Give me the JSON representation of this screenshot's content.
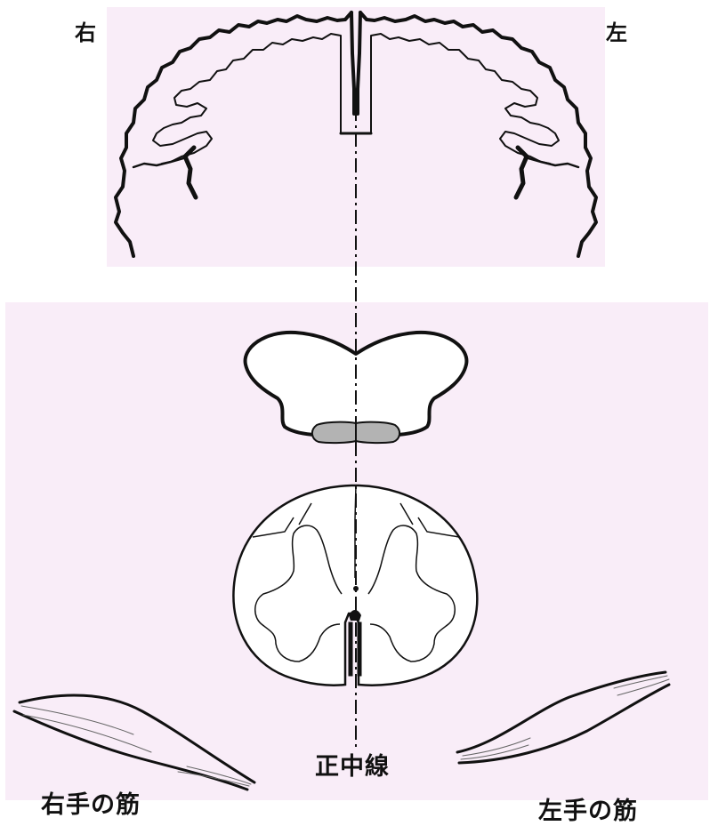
{
  "labels": {
    "right": "右",
    "left": "左",
    "midline": "正中線",
    "right_hand_muscle": "右手の筋",
    "left_hand_muscle": "左手の筋"
  },
  "colors": {
    "background_tint": "#f9edf8",
    "outline": "#111111",
    "pyramid_fill": "#b3b3b3"
  }
}
